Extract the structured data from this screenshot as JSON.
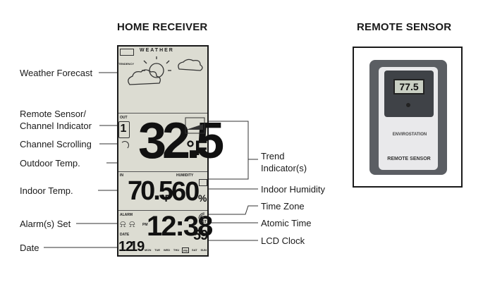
{
  "headings": {
    "home_receiver": "HOME RECEIVER",
    "remote_sensor": "REMOTE SENSOR"
  },
  "left_labels": {
    "weather_forecast": "Weather Forecast",
    "remote_sensor_channel_line1": "Remote Sensor/",
    "remote_sensor_channel_line2": "Channel Indicator",
    "channel_scrolling": "Channel Scrolling",
    "outdoor_temp": "Outdoor Temp.",
    "indoor_temp": "Indoor Temp.",
    "alarm_set": "Alarm(s) Set",
    "date": "Date"
  },
  "right_labels": {
    "trend_line1": "Trend",
    "trend_line2": "Indicator(s)",
    "indoor_humidity": "Indoor Humidity",
    "time_zone": "Time Zone",
    "atomic_time": "Atomic Time",
    "lcd_clock": "LCD Clock"
  },
  "display": {
    "weather_label": "WEATHER",
    "tendency_label": "TENDENCY",
    "out_label": "OUT",
    "channel_value": "1",
    "outdoor_temp": "32.5",
    "outdoor_unit": "°F",
    "in_label": "IN",
    "humidity_label": "HUMIDITY",
    "indoor_temp": "70.5",
    "indoor_unit": "°F",
    "humidity_value": "60",
    "humidity_unit": "%",
    "alarm_label": "ALARM",
    "pm_label": "PM",
    "time_value": "12:38",
    "seconds_value": "59",
    "dst_label": "DST",
    "date_label": "DATE",
    "date_month": "12",
    "date_day": "19",
    "weekdays": [
      "MON",
      "TUE",
      "WED",
      "THU",
      "FRI",
      "SAT",
      "SUN"
    ],
    "active_weekday_index": 4
  },
  "sensor": {
    "screen_value": "77.5",
    "brand": "ENVIROSTATION",
    "name": "REMOTE SENSOR"
  }
}
